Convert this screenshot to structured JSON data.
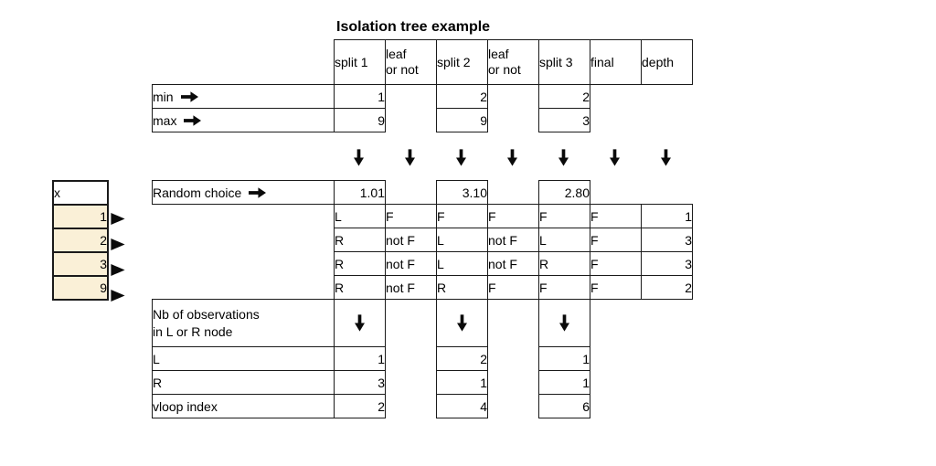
{
  "title": "Isolation tree example",
  "colors": {
    "highlight": "#FAF0D7",
    "border": "#1A1A1A",
    "text": "#000000"
  },
  "header_columns": [
    "split 1",
    "leaf\nor not",
    "split 2",
    "leaf\nor not",
    "split 3",
    "final",
    "depth"
  ],
  "stats": {
    "min": {
      "label": "min",
      "values": [
        "1",
        "2",
        "2"
      ]
    },
    "max": {
      "label": "max",
      "values": [
        "9",
        "9",
        "3"
      ]
    }
  },
  "random_choice": {
    "label": "Random choice",
    "values": [
      "1.01",
      "3.10",
      "2.80"
    ]
  },
  "x_column": {
    "header": "x",
    "values": [
      "1",
      "2",
      "3",
      "9"
    ]
  },
  "observations": [
    [
      "L",
      "F",
      "F",
      "F",
      "F",
      "F",
      "1"
    ],
    [
      "R",
      "not F",
      "L",
      "not F",
      "L",
      "F",
      "3"
    ],
    [
      "R",
      "not F",
      "L",
      "not F",
      "R",
      "F",
      "3"
    ],
    [
      "R",
      "not F",
      "R",
      "F",
      "F",
      "F",
      "2"
    ]
  ],
  "node_counts": {
    "section_label": "Nb of observations\nin L or R node",
    "rows": [
      {
        "label": "L",
        "values": [
          "1",
          "2",
          "1"
        ]
      },
      {
        "label": "R",
        "values": [
          "3",
          "1",
          "1"
        ]
      },
      {
        "label": "vloop index",
        "values": [
          "2",
          "4",
          "6"
        ]
      }
    ]
  }
}
